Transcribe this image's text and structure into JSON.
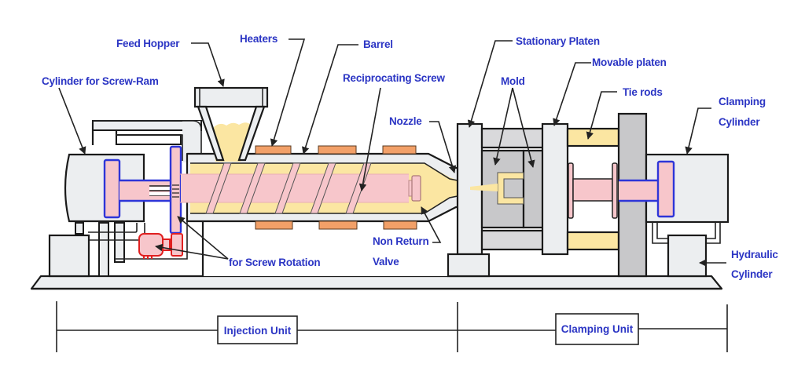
{
  "title": "Injection Molding Machine",
  "labels": {
    "feed_hopper": "Feed Hopper",
    "heaters": "Heaters",
    "barrel": "Barrel",
    "cylinder_screw_ram": "Cylinder for Screw-Ram",
    "reciprocating_screw": "Reciprocating Screw",
    "nozzle": "Nozzle",
    "stationary_platen": "Stationary Platen",
    "movable_platen": "Movable platen",
    "mold": "Mold",
    "tie_rods": "Tie rods",
    "clamping_cylinder_line1": "Clamping",
    "clamping_cylinder_line2": "Cylinder",
    "screw_rotation": "for Screw Rotation",
    "non_return_line1": "Non Return",
    "non_return_line2": "Valve",
    "hydraulic_line1": "Hydraulic",
    "hydraulic_line2": "Cylinder"
  },
  "units": {
    "injection": "Injection Unit",
    "clamping": "Clamping Unit"
  },
  "colors": {
    "label_text": "#2b35c4",
    "heater": "#f2a068",
    "plastic": "#fbe6a2",
    "screw": "#f7c6cb",
    "piston_outline": "#2e35d8",
    "motor": "#e02020"
  }
}
